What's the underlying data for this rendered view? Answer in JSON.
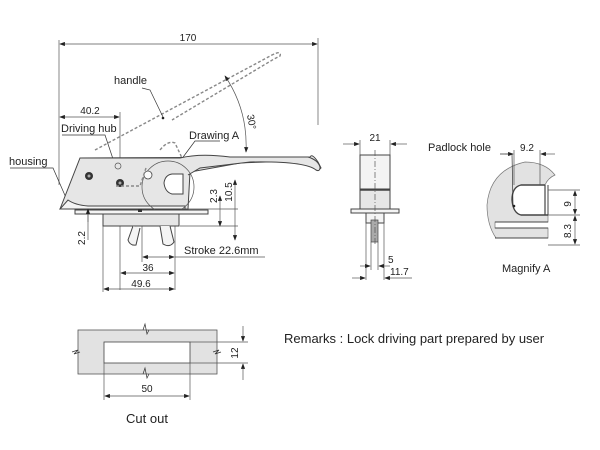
{
  "labels": {
    "handle": "handle",
    "driving_hub": "Driving hub",
    "housing": "housing",
    "drawing_a": "Drawing A",
    "padlock_hole": "Padlock hole",
    "magnify_a": "Magnify A",
    "cut_out": "Cut out",
    "stroke": "Stroke 22.6mm",
    "remarks": "Remarks : Lock driving part prepared by user"
  },
  "dimensions": {
    "overall_length": "170",
    "hub_offset": "40.2",
    "angle": "30°",
    "height_2_3": "2.3",
    "height_10_5": "10.5",
    "base_2_2": "2.2",
    "width_36": "36",
    "width_49_6": "49.6",
    "side_width": "21",
    "side_5": "5",
    "side_11_7": "11.7",
    "padlock_width": "9.2",
    "padlock_9": "9",
    "padlock_8_3": "8.3",
    "cutout_width": "50",
    "cutout_height": "12"
  }
}
